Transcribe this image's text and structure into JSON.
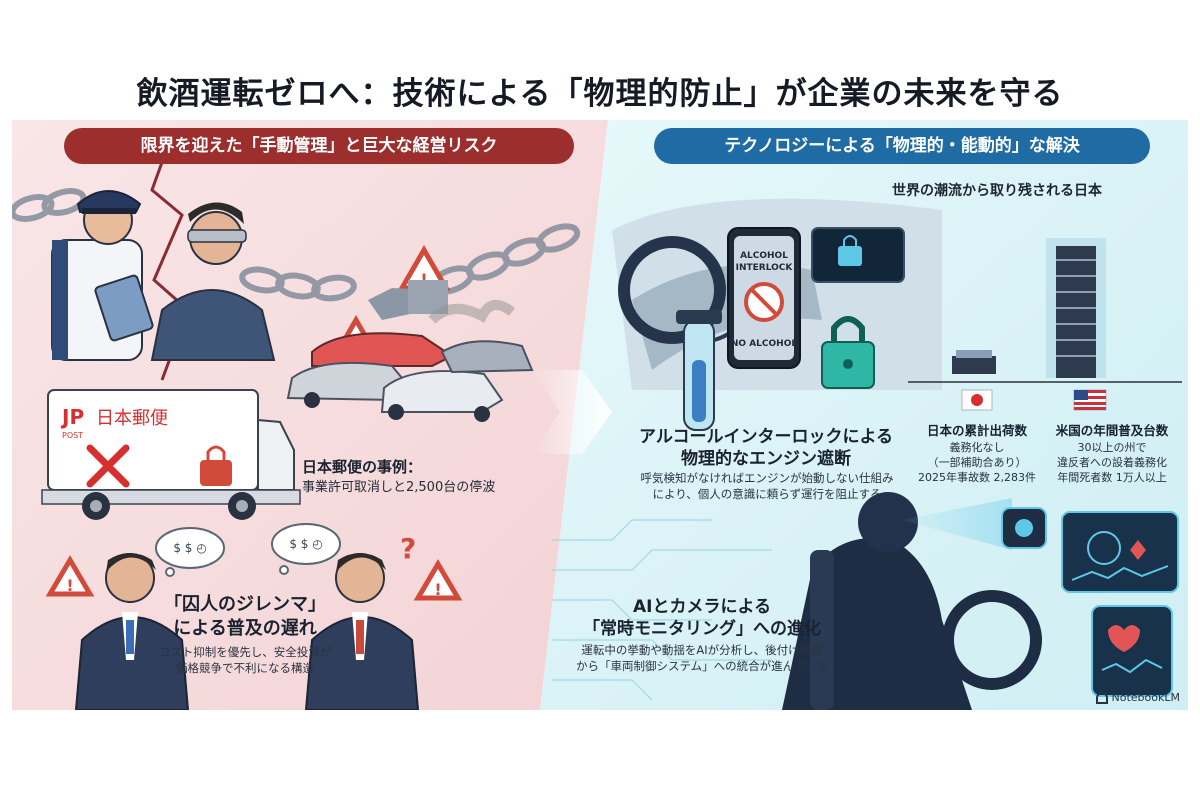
{
  "title": "飲酒運転ゼロへ：技術による「物理的防止」が企業の未来を守る",
  "left": {
    "pill": "限界を迎えた「手動管理」と巨大な経営リスク",
    "truck_logo": "JP",
    "truck_logo_sub": "POST",
    "truck_name": "日本郵便",
    "post_case_title": "日本郵便の事例：",
    "post_case_body": "事業許可取消しと2,500台の停波",
    "dilemma_title_1": "「囚人のジレンマ」",
    "dilemma_title_2": "による普及の遅れ",
    "dilemma_body_1": "コスト抑制を優先し、安全投資が",
    "dilemma_body_2": "価格競争で不利になる構造"
  },
  "right": {
    "pill": "テクノロジーによる「物理的・能動的」な解決",
    "world_title": "世界の潮流から取り残される日本",
    "device_line1": "ALCOHOL",
    "device_line2": "INTERLOCK",
    "device_bottom": "NO ALCOHOL",
    "interlock_title_1": "アルコールインターロックによる",
    "interlock_title_2": "物理的なエンジン遮断",
    "interlock_body_1": "呼気検知がなければエンジンが始動しない仕組み",
    "interlock_body_2": "により、個人の意識に頼らず運行を阻止する",
    "japan": {
      "title": "日本の累計出荷数",
      "l1": "義務化なし",
      "l2": "（一部補助合あり）",
      "l3": "2025年事故数 2,283件"
    },
    "us": {
      "title": "米国の年間普及台数",
      "l1": "30以上の州で",
      "l2": "違反者への設着義務化",
      "l3": "年間死者数 1万人以上"
    },
    "ai_title_1": "AIとカメラによる",
    "ai_title_2": "「常時モニタリング」への進化",
    "ai_body_1": "運転中の挙動や動揺をAIが分析し、後付け機器",
    "ai_body_2": "から「車両制御システム」への統合が進んでいる"
  },
  "brand": "NotebookLM",
  "colors": {
    "left_bg": "#f7e1e2",
    "right_bg": "#ddf4f6",
    "left_accent": "#9c2e2e",
    "right_accent": "#1f6ba3",
    "warning": "#d24a3a"
  }
}
